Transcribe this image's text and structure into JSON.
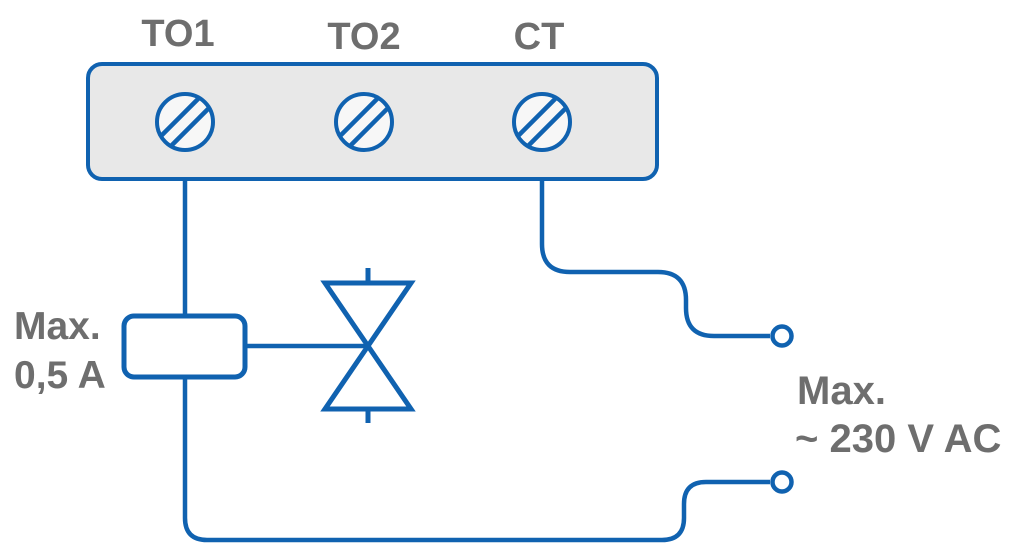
{
  "colors": {
    "wire_blue": "#1062b0",
    "label_gray": "#6e6e6e",
    "block_fill": "#e8e8e8",
    "terminal_fill": "#f7f7f7",
    "box_fill": "#ffffff",
    "background": "#ffffff"
  },
  "icons": {
    "screw_terminal": "circle-with-double-diagonal-slash",
    "fuse": "rounded-rectangle-on-wire",
    "valve_actuator": "two-opposed-triangles-with-stubs",
    "wire_endpoint": "open-circle"
  },
  "terminal_block": {
    "terminals": [
      {
        "label": "TO1"
      },
      {
        "label": "TO2"
      },
      {
        "label": "CT"
      }
    ]
  },
  "fuse": {
    "rating_line1": "Max.",
    "rating_line2": "0,5 A"
  },
  "supply": {
    "line1": "Max.",
    "line2": "~ 230 V AC"
  }
}
